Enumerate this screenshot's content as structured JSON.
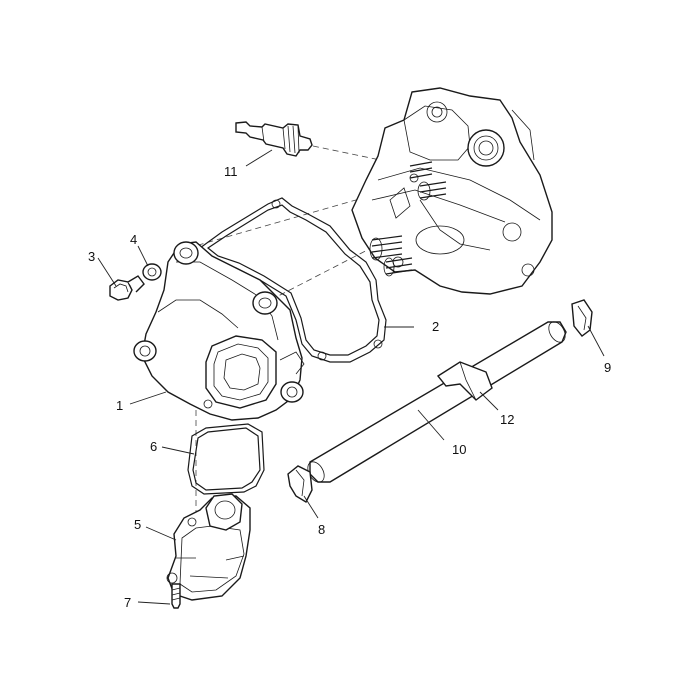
{
  "diagram": {
    "callouts": [
      {
        "id": "1",
        "label": "1"
      },
      {
        "id": "2",
        "label": "2"
      },
      {
        "id": "3",
        "label": "3"
      },
      {
        "id": "4",
        "label": "4"
      },
      {
        "id": "5",
        "label": "5"
      },
      {
        "id": "6",
        "label": "6"
      },
      {
        "id": "7",
        "label": "7"
      },
      {
        "id": "8",
        "label": "8"
      },
      {
        "id": "9",
        "label": "9"
      },
      {
        "id": "10",
        "label": "10"
      },
      {
        "id": "11",
        "label": "11"
      },
      {
        "id": "12",
        "label": "12"
      }
    ]
  },
  "colors": {
    "ink": "#1a1a1a",
    "background": "#ffffff"
  }
}
